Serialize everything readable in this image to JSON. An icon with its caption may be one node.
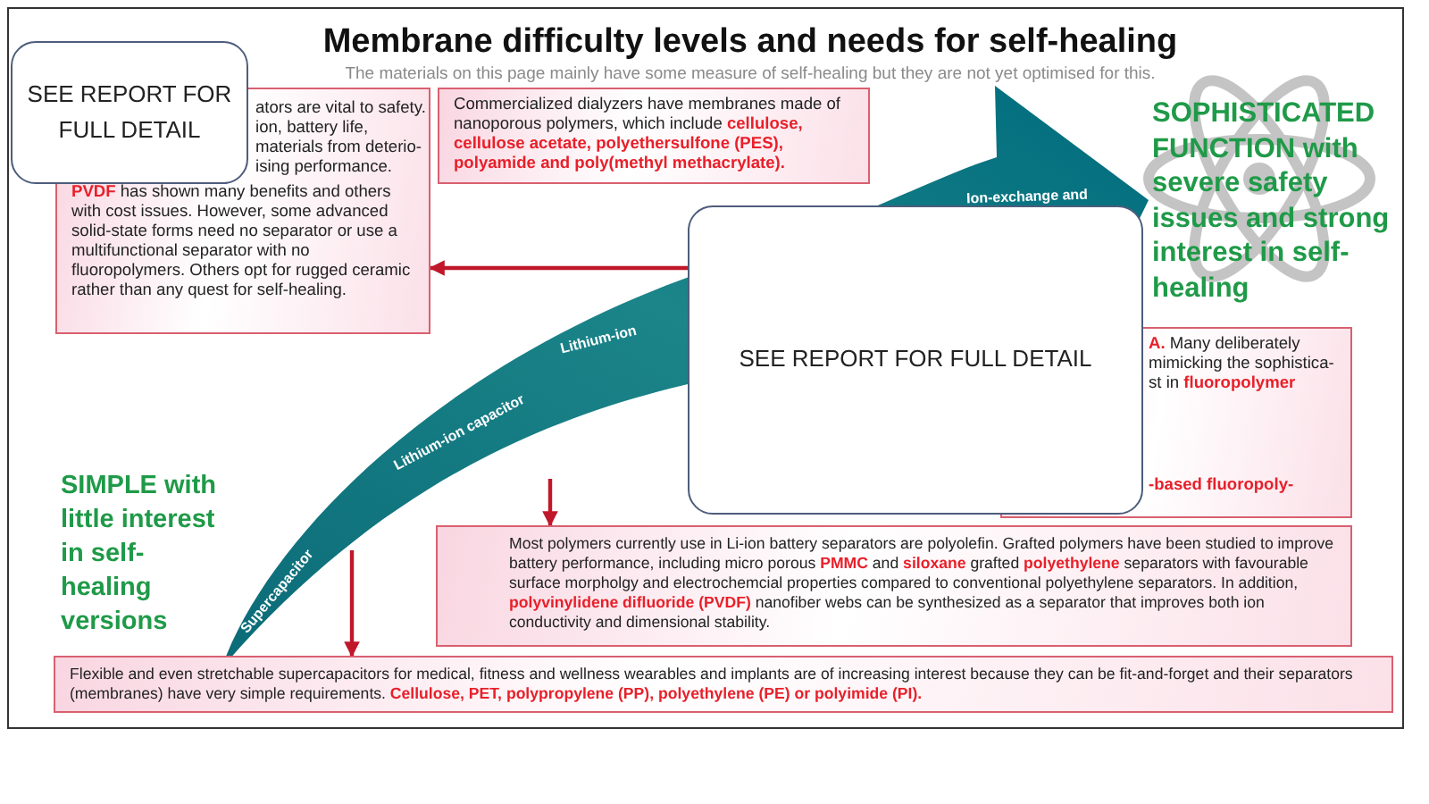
{
  "diagram": {
    "title": "Membrane difficulty levels and needs for self-healing",
    "nodes": [
      {
        "text": [
          "SEE REPORT FOR FULL DETAIL"
        ]
      },
      {
        "text": [
          "ators are vital to safety. ion, battery life, materials from deterio- ising performance.",
          "**PVDF** has shown many benefits and others with cost issues. However, some advanced solid-state forms need no separator or use a multifunctional separator with no fluoropolymers. Others opt for rugged ceramic rather than any quest for self-healing."
        ]
      },
      {
        "text": [
          "Commercialized dialyzers have membranes made of nanoporous polymers, which include **cellulose, cellulose acetate, polyethersulfone (PES), polyamide and poly(methyl methacrylate).**"
        ]
      },
      {
        "text": [
          "SEE REPORT FOR FULL DETAIL"
        ]
      },
      {
        "text": [
          "**A.** Many deliberately mimicking the sophistica- st in **fluoropolymer**",
          "**-based fluoropoly-**"
        ]
      },
      {
        "text": [
          "Most polymers currently use in Li-ion battery separators are polyolefin. Grafted polymers have been studied to improve battery performance, including micro porous **PMMC** and **siloxane** grafted **polyethylene** separators with favourable surface morpholgy and electrochemcial properties compared to conventional polyethylene separators. In addition, **polyvinylidene difluoride (PVDF)** nanofiber webs can be synthesized as a separator that improves both ion conductivity and dimensional stability."
        ]
      },
      {
        "text": [
          "Flexible and even stretchable supercapacitors for medical, fitness and wellness wearables and implants are of increasing interest because they can be fit-and-forget and their separators (membranes) have very simple requirements. **Cellulose, PET, polypropylene (PP), polyethylene (PE) or polyimide (PI).**"
        ]
      }
    ],
    "edges": [
      {
        "from": 3,
        "to": 1,
        "arrow": "to",
        "color": "#c0182a"
      },
      {
        "from": null,
        "to": 5,
        "arrow": "to",
        "color": "#c0182a"
      },
      {
        "from": null,
        "to": 6,
        "arrow": "to",
        "color": "#c0182a"
      }
    ],
    "labels": [
      "The materials on this page mainly have some measure of self-healing but they are not yet optimised for this.",
      "SOPHISTICATED FUNCTION with severe safety issues and strong interest in self-healing",
      "SIMPLE with little interest in self-healing versions",
      "Supercapacitor",
      "Lithium-ion capacitor",
      "Lithium-ion",
      "Ion-exchange and"
    ]
  }
}
